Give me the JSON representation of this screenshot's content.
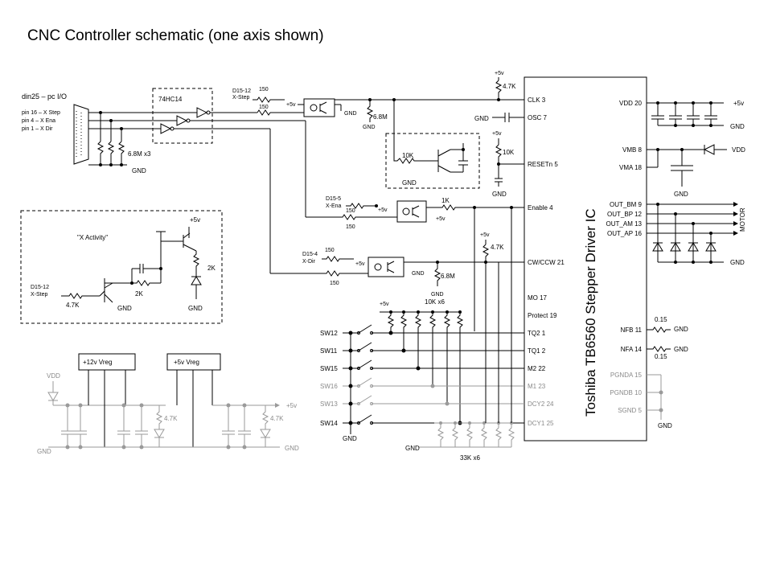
{
  "title": "CNC Controller schematic  (one axis shown)",
  "connector": {
    "name": "din25 – pc I/O",
    "pins": [
      "pin 16 – X Step",
      "pin  4 – X Ena",
      "pin  1 – X Dir"
    ],
    "pulldown": "6.8M x3",
    "gnd": "GND"
  },
  "inverter_chip": "74HC14",
  "opto_inputs": {
    "step": {
      "label1": "D15-12",
      "label2": "X-Step",
      "r1": "150",
      "r2": "150"
    },
    "ena": {
      "label1": "D15-5",
      "label2": "X-Ena",
      "r1": "150",
      "r2": "150"
    },
    "dir": {
      "label1": "D15-4",
      "label2": "X-Dir",
      "r1": "150",
      "r2": "150"
    }
  },
  "labels": {
    "v5": "+5v",
    "gnd": "GND",
    "r47k": "4.7K",
    "r68m": "6.8M",
    "r10k": "10K",
    "r1k": "1K",
    "r2k": "2K",
    "r015": "0.15",
    "r10kx6": "10K x6",
    "r33kx6": "33K x6",
    "vdd": "VDD",
    "motor": "MOTOR"
  },
  "activity": {
    "title": "\"X Activity\"",
    "in1": "D15-12",
    "in2": "X-Step",
    "r_in": "4.7K",
    "r_mid": "2K",
    "r_led": "2K",
    "v5": "+5v",
    "gnd1": "GND",
    "gnd2": "GND"
  },
  "ic": {
    "name": "Toshiba TB6560 Stepper Driver IC",
    "left_pins": [
      {
        "name": "CLK",
        "num": "3"
      },
      {
        "name": "OSC",
        "num": "7"
      },
      {
        "name": "RESETn",
        "num": "5"
      },
      {
        "name": "Enable",
        "num": "4"
      },
      {
        "name": "CW/CCW",
        "num": "21"
      },
      {
        "name": "MO",
        "num": "17"
      },
      {
        "name": "Protect",
        "num": "19"
      },
      {
        "name": "TQ2",
        "num": "1"
      },
      {
        "name": "TQ1",
        "num": "2"
      },
      {
        "name": "M2",
        "num": "22"
      },
      {
        "name": "M1",
        "num": "23"
      },
      {
        "name": "DCY2",
        "num": "24"
      },
      {
        "name": "DCY1",
        "num": "25"
      }
    ],
    "right_pins": [
      {
        "name": "VDD",
        "num": "20"
      },
      {
        "name": "VMB",
        "num": "8"
      },
      {
        "name": "VMA",
        "num": "18"
      },
      {
        "name": "OUT_BM",
        "num": "9"
      },
      {
        "name": "OUT_BP",
        "num": "12"
      },
      {
        "name": "OUT_AM",
        "num": "13"
      },
      {
        "name": "OUT_AP",
        "num": "16"
      },
      {
        "name": "NFB",
        "num": "11"
      },
      {
        "name": "NFA",
        "num": "14"
      },
      {
        "name": "PGNDA",
        "num": "15"
      },
      {
        "name": "PGNDB",
        "num": "10"
      },
      {
        "name": "SGND",
        "num": "5"
      }
    ]
  },
  "switches": [
    "SW12",
    "SW11",
    "SW15",
    "SW16",
    "SW13",
    "SW14"
  ],
  "regulators": {
    "r12": "+12v Vreg",
    "r5": "+5v Vreg",
    "vdd": "VDD",
    "gnd": "GND",
    "v5": "+5v",
    "r47k": "4.7K"
  },
  "colors": {
    "ink": "#000000",
    "greyed": "#9a9a9a"
  }
}
